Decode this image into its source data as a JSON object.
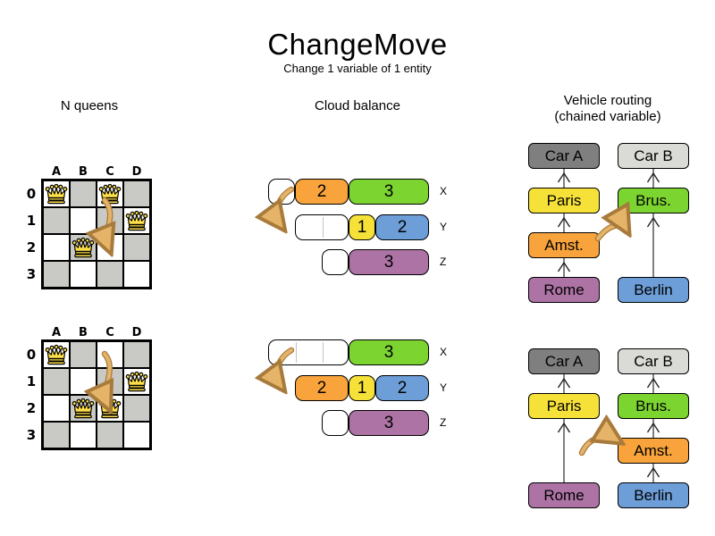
{
  "title": "ChangeMove",
  "subtitle": "Change 1 variable of 1 entity",
  "columns": [
    {
      "label": "N queens"
    },
    {
      "label": "Cloud balance"
    },
    {
      "label": "Vehicle routing",
      "sublabel": "(chained variable)"
    }
  ],
  "colors": {
    "orange": "#f8a33b",
    "green": "#7cd430",
    "yellow": "#f6e139",
    "blue": "#6d9ed7",
    "purple": "#ac73a4",
    "dark_gray": "#7f7f7f",
    "light_gray": "#dadad6",
    "board_gray": "#c9c9c5",
    "arrow_tan": "#e5b469",
    "arrow_tan_outline": "#a87b3c"
  },
  "nqueens": {
    "column_labels": [
      "A",
      "B",
      "C",
      "D"
    ],
    "row_labels": [
      "0",
      "1",
      "2",
      "3"
    ],
    "boards": [
      {
        "id": "board-before",
        "name": "nqueens-board-before",
        "queens": [
          "A0",
          "C0",
          "D1",
          "B2"
        ]
      },
      {
        "id": "board-after",
        "name": "nqueens-board-after",
        "queens": [
          "A0",
          "D1",
          "B2",
          "C2"
        ]
      }
    ]
  },
  "cloud": {
    "panels": [
      {
        "id": "cloud-before",
        "name": "cloud-balance-before",
        "rows": [
          {
            "label": "X",
            "slack_units": 1,
            "segments": [
              {
                "value": "2",
                "color": "orange",
                "units": 2
              },
              {
                "value": "3",
                "color": "green",
                "units": 3
              }
            ]
          },
          {
            "label": "Y",
            "slack_units": 2,
            "segments": [
              {
                "value": "1",
                "color": "yellow",
                "units": 1
              },
              {
                "value": "2",
                "color": "blue",
                "units": 2
              }
            ]
          },
          {
            "label": "Z",
            "slack_units": 1,
            "segments": [
              {
                "value": "3",
                "color": "purple",
                "units": 3
              }
            ]
          }
        ]
      },
      {
        "id": "cloud-after",
        "name": "cloud-balance-after",
        "rows": [
          {
            "label": "X",
            "slack_units": 3,
            "segments": [
              {
                "value": "3",
                "color": "green",
                "units": 3
              }
            ]
          },
          {
            "label": "Y",
            "slack_units": 0,
            "segments": [
              {
                "value": "2",
                "color": "orange",
                "units": 2
              },
              {
                "value": "1",
                "color": "yellow",
                "units": 1
              },
              {
                "value": "2",
                "color": "blue",
                "units": 2
              }
            ]
          },
          {
            "label": "Z",
            "slack_units": 1,
            "segments": [
              {
                "value": "3",
                "color": "purple",
                "units": 3
              }
            ]
          }
        ]
      }
    ]
  },
  "routing": {
    "panels": [
      {
        "id": "routing-before",
        "name": "vehicle-routing-before",
        "chains": [
          {
            "nodes": [
              {
                "label": "Car A",
                "color": "dark_gray",
                "slot": 0
              },
              {
                "label": "Paris",
                "color": "yellow",
                "slot": 1
              },
              {
                "label": "Amst.",
                "color": "orange",
                "slot": 2
              },
              {
                "label": "Rome",
                "color": "purple",
                "slot": 3
              }
            ]
          },
          {
            "nodes": [
              {
                "label": "Car B",
                "color": "light_gray",
                "slot": 0
              },
              {
                "label": "Brus.",
                "color": "green",
                "slot": 1
              },
              {
                "label": "Berlin",
                "color": "blue",
                "slot": 3
              }
            ]
          }
        ]
      },
      {
        "id": "routing-after",
        "name": "vehicle-routing-after",
        "chains": [
          {
            "nodes": [
              {
                "label": "Car A",
                "color": "dark_gray",
                "slot": 0
              },
              {
                "label": "Paris",
                "color": "yellow",
                "slot": 1
              },
              {
                "label": "Rome",
                "color": "purple",
                "slot": 3
              }
            ]
          },
          {
            "nodes": [
              {
                "label": "Car B",
                "color": "light_gray",
                "slot": 0
              },
              {
                "label": "Brus.",
                "color": "green",
                "slot": 1
              },
              {
                "label": "Amst.",
                "color": "orange",
                "slot": 2
              },
              {
                "label": "Berlin",
                "color": "blue",
                "slot": 3
              }
            ]
          }
        ]
      }
    ]
  }
}
